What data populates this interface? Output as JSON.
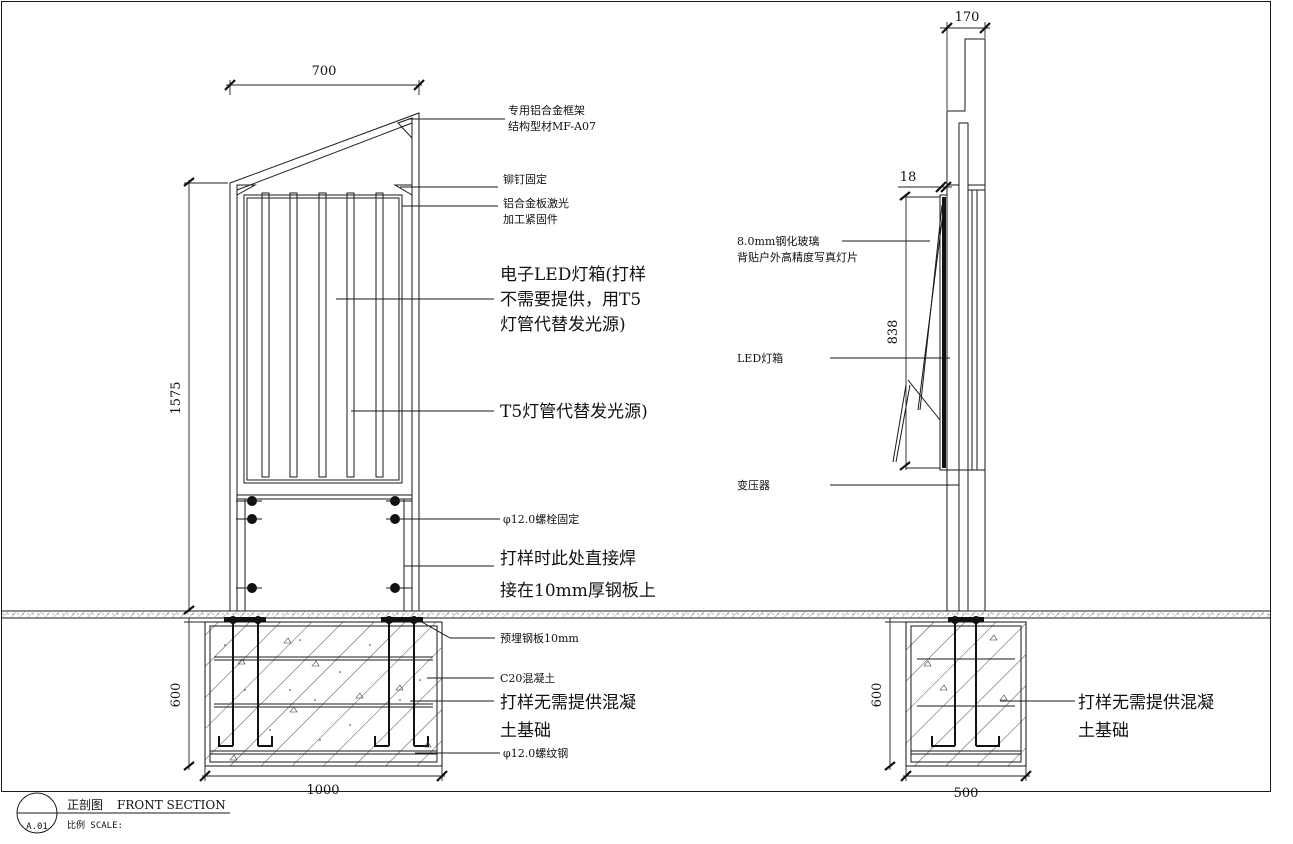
{
  "dimensions": {
    "front_width": "700",
    "front_height": "1575",
    "foundation_depth_front": "600",
    "foundation_width_front": "1000",
    "side_depth_top": "170",
    "glass_offset": "18",
    "lightbox_height": "838",
    "foundation_depth_side": "600",
    "foundation_width_side": "500"
  },
  "annotations": {
    "frame_line1": "专用铝合金框架",
    "frame_line2": "结构型材MF-A07",
    "rivet": "铆钉固定",
    "plate_line1": "铝合金板激光",
    "plate_line2": "加工紧固件",
    "ledbox_line1": "电子LED灯箱(打样",
    "ledbox_line2": "不需要提供，用T5",
    "ledbox_line3": "灯管代替发光源)",
    "t5": "T5灯管代替发光源)",
    "bolt": "φ12.0螺栓固定",
    "weld_line1": "打样时此处直接焊",
    "weld_line2": "接在10mm厚钢板上",
    "embed_plate": "预埋钢板10mm",
    "concrete": "C20混凝土",
    "foundation_line1": "打样无需提供混凝",
    "foundation_line2": "土基础",
    "rebar": "φ12.0螺纹钢",
    "glass_line1": "8.0mm钢化玻璃",
    "glass_line2": "背贴户外高精度写真灯片",
    "led_box": "LED灯箱",
    "transformer": "变压器",
    "side_foundation_line1": "打样无需提供混凝",
    "side_foundation_line2": "土基础"
  },
  "title_block": {
    "section_number": "A.01",
    "title_cn": "正剖图",
    "title_en": "FRONT SECTION",
    "scale": "比例 SCALE:"
  }
}
